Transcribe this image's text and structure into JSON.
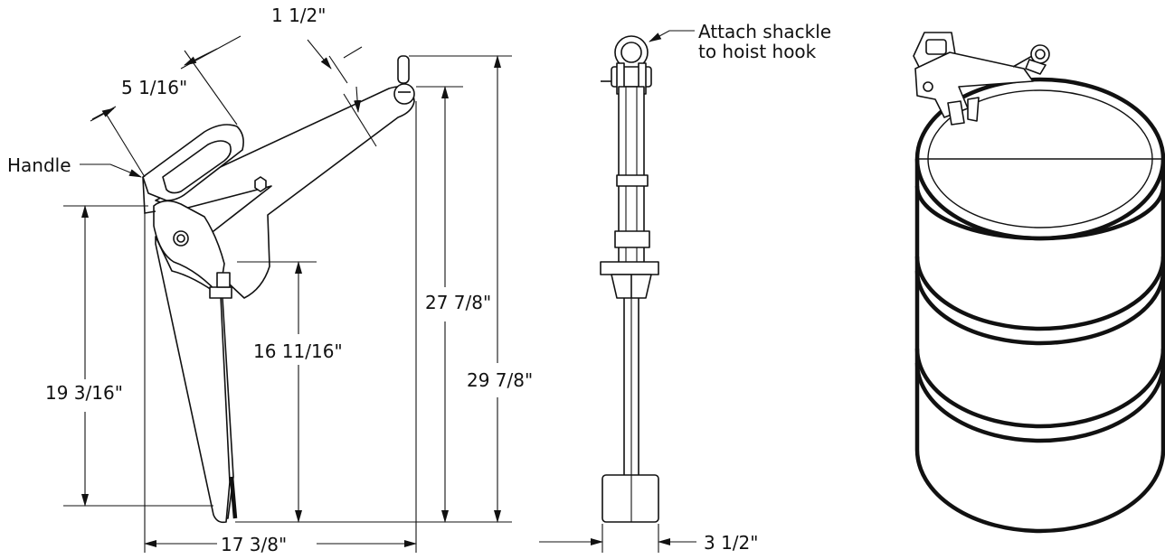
{
  "labels": {
    "handle": "Handle",
    "attach_line1": "Attach shackle",
    "attach_line2": "to hoist hook"
  },
  "dimensions": {
    "handle_width": "1 1/2\"",
    "handle_offset": "5 1/16\"",
    "overall_height": "29 7/8\"",
    "pivot_height": "27 7/8\"",
    "jaw_height": "16 11/16\"",
    "arm_height": "19 3/16\"",
    "overall_width": "17 3/8\"",
    "pad_width": "3 1/2\""
  }
}
